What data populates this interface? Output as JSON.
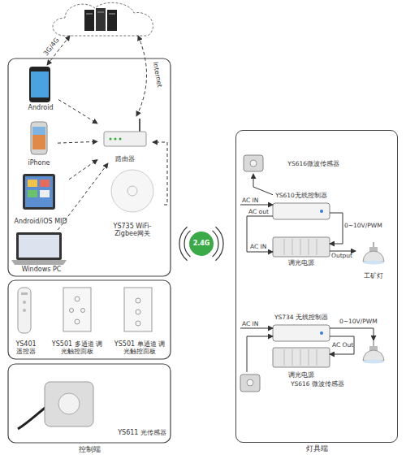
{
  "diagram": {
    "nodes": [
      {
        "text": [
          "Android"
        ]
      },
      {
        "text": [
          "iPhone"
        ]
      },
      {
        "text": [
          "Android/iOS MID"
        ]
      },
      {
        "text": [
          "Windows PC"
        ]
      },
      {
        "text": [
          "路由器"
        ]
      },
      {
        "text": [
          "YS735 WiFi-Zigbee网关"
        ]
      },
      {
        "text": [
          "YS401 遥控器"
        ]
      },
      {
        "text": [
          "YS501 多通道 调光触控面板"
        ]
      },
      {
        "text": [
          "YS501 单通道 调光触控面板"
        ]
      },
      {
        "text": [
          "YS611 光传感器"
        ]
      },
      {
        "text": [
          "2.4G"
        ]
      },
      {
        "text": [
          "灯具端"
        ]
      },
      {
        "text": [
          "YS616微波传感器"
        ],
        "in": 11
      },
      {
        "text": [
          "YS610无线控制器"
        ],
        "in": 11
      },
      {
        "text": [
          "调光电源"
        ],
        "in": 11
      },
      {
        "text": [
          "工矿灯"
        ],
        "in": 11
      },
      {
        "text": [
          "YS734 无线控制器"
        ],
        "in": 11
      },
      {
        "text": [
          "调光电源"
        ],
        "in": 11
      },
      {
        "text": [
          "YS616 微波传感器"
        ],
        "in": 11
      }
    ],
    "edges": [
      {
        "from": 0,
        "to": 4,
        "arrow": "to"
      },
      {
        "from": 1,
        "to": 4,
        "arrow": "to"
      },
      {
        "from": 2,
        "to": 4,
        "arrow": "to"
      },
      {
        "from": 3,
        "to": 4,
        "arrow": "to"
      },
      {
        "from": 5,
        "to": 4,
        "arrow": "to"
      },
      {
        "from": 13,
        "to": 12,
        "arrow": "to"
      },
      {
        "from": 13,
        "to": 14,
        "label": "AC out",
        "arrow": "to"
      },
      {
        "from": 13,
        "to": 14,
        "label": "0~10V/PWM",
        "arrow": "to"
      },
      {
        "from": 14,
        "to": 15,
        "label": "Output",
        "arrow": "to"
      },
      {
        "from": 16,
        "to": 17,
        "label": "AC Out",
        "arrow": "to"
      },
      {
        "from": 18,
        "to": 16,
        "arrow": "to"
      }
    ],
    "labels": [
      "3G/4G",
      "Internet",
      "控制端",
      "AC IN",
      "AC IN",
      "AC IN",
      "0~10V/PWM"
    ]
  }
}
